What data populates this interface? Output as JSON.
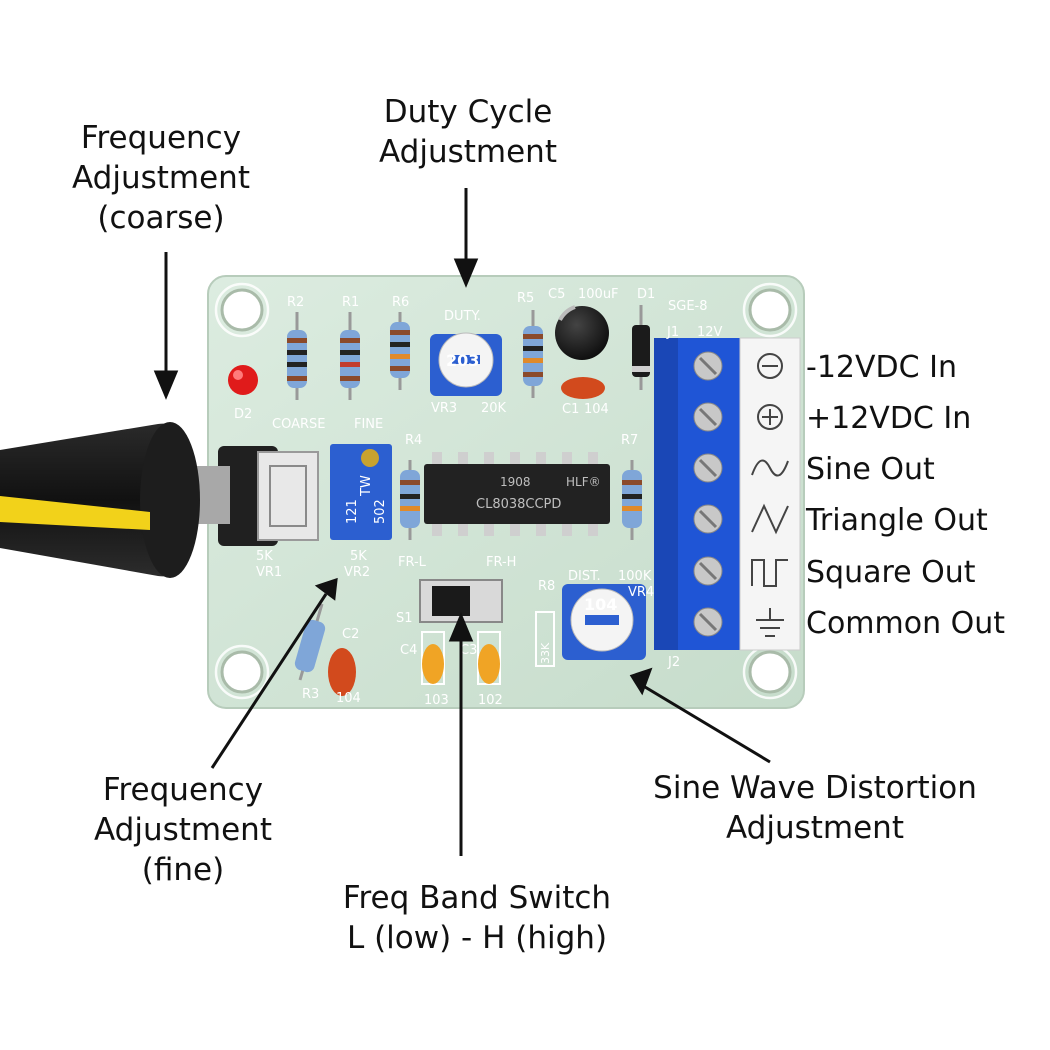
{
  "callouts": {
    "freq_coarse": [
      "Frequency",
      "Adjustment",
      "(coarse)"
    ],
    "duty_cycle": [
      "Duty Cycle",
      "Adjustment"
    ],
    "freq_fine": [
      "Frequency",
      "Adjustment",
      "(fine)"
    ],
    "band_switch": [
      "Freq Band Switch",
      "L (low) - H (high)"
    ],
    "sine_distortion": [
      "Sine Wave Distortion",
      "Adjustment"
    ]
  },
  "terminals": [
    "-12VDC In",
    "+12VDC In",
    "Sine Out",
    "Triangle Out",
    "Square Out",
    "Common Out"
  ],
  "silkscreen": {
    "r2": "R2",
    "r1": "R1",
    "r6": "R6",
    "r5": "R5",
    "c5": "C5",
    "c5_value": "100uF",
    "d1": "D1",
    "sge": "SGE-8",
    "j1": "J1",
    "v12": "12V",
    "duty": "DUTY.",
    "pot_code_vr3": "203",
    "vr3": "VR3",
    "vr3_value": "20K",
    "c1": "C1",
    "c1_value": "104",
    "d2": "D2",
    "coarse": "COARSE",
    "fine": "FINE",
    "r4": "R4",
    "r7": "R7",
    "ic_brand": "HLF®",
    "ic_date": "1908",
    "ic_part": "CL8038CCPD",
    "trim_code": "502",
    "trim_num": "121",
    "trim_mark": "TW",
    "vr1_value": "5K",
    "vr1": "VR1",
    "vr2_value": "5K",
    "vr2": "VR2",
    "fr_l": "FR-L",
    "fr_h": "FR-H",
    "s1": "S1",
    "r8": "R8",
    "r8_value": "33K",
    "dist": "DIST.",
    "dist_value": "100K",
    "vr4": "VR4",
    "pot_code_vr4": "104",
    "c2": "C2",
    "c2_value": "104",
    "r3": "R3",
    "c4": "C4",
    "c4_value": "103",
    "c3": "C3",
    "c3_value": "102",
    "j2": "J2"
  },
  "colors": {
    "pcb": "#d3e6d8",
    "terminal_block": "#1f55d6",
    "knob": "#1a1a1a",
    "knob_stripe": "#f2d21a",
    "trimmer": "#2c5fd0"
  }
}
